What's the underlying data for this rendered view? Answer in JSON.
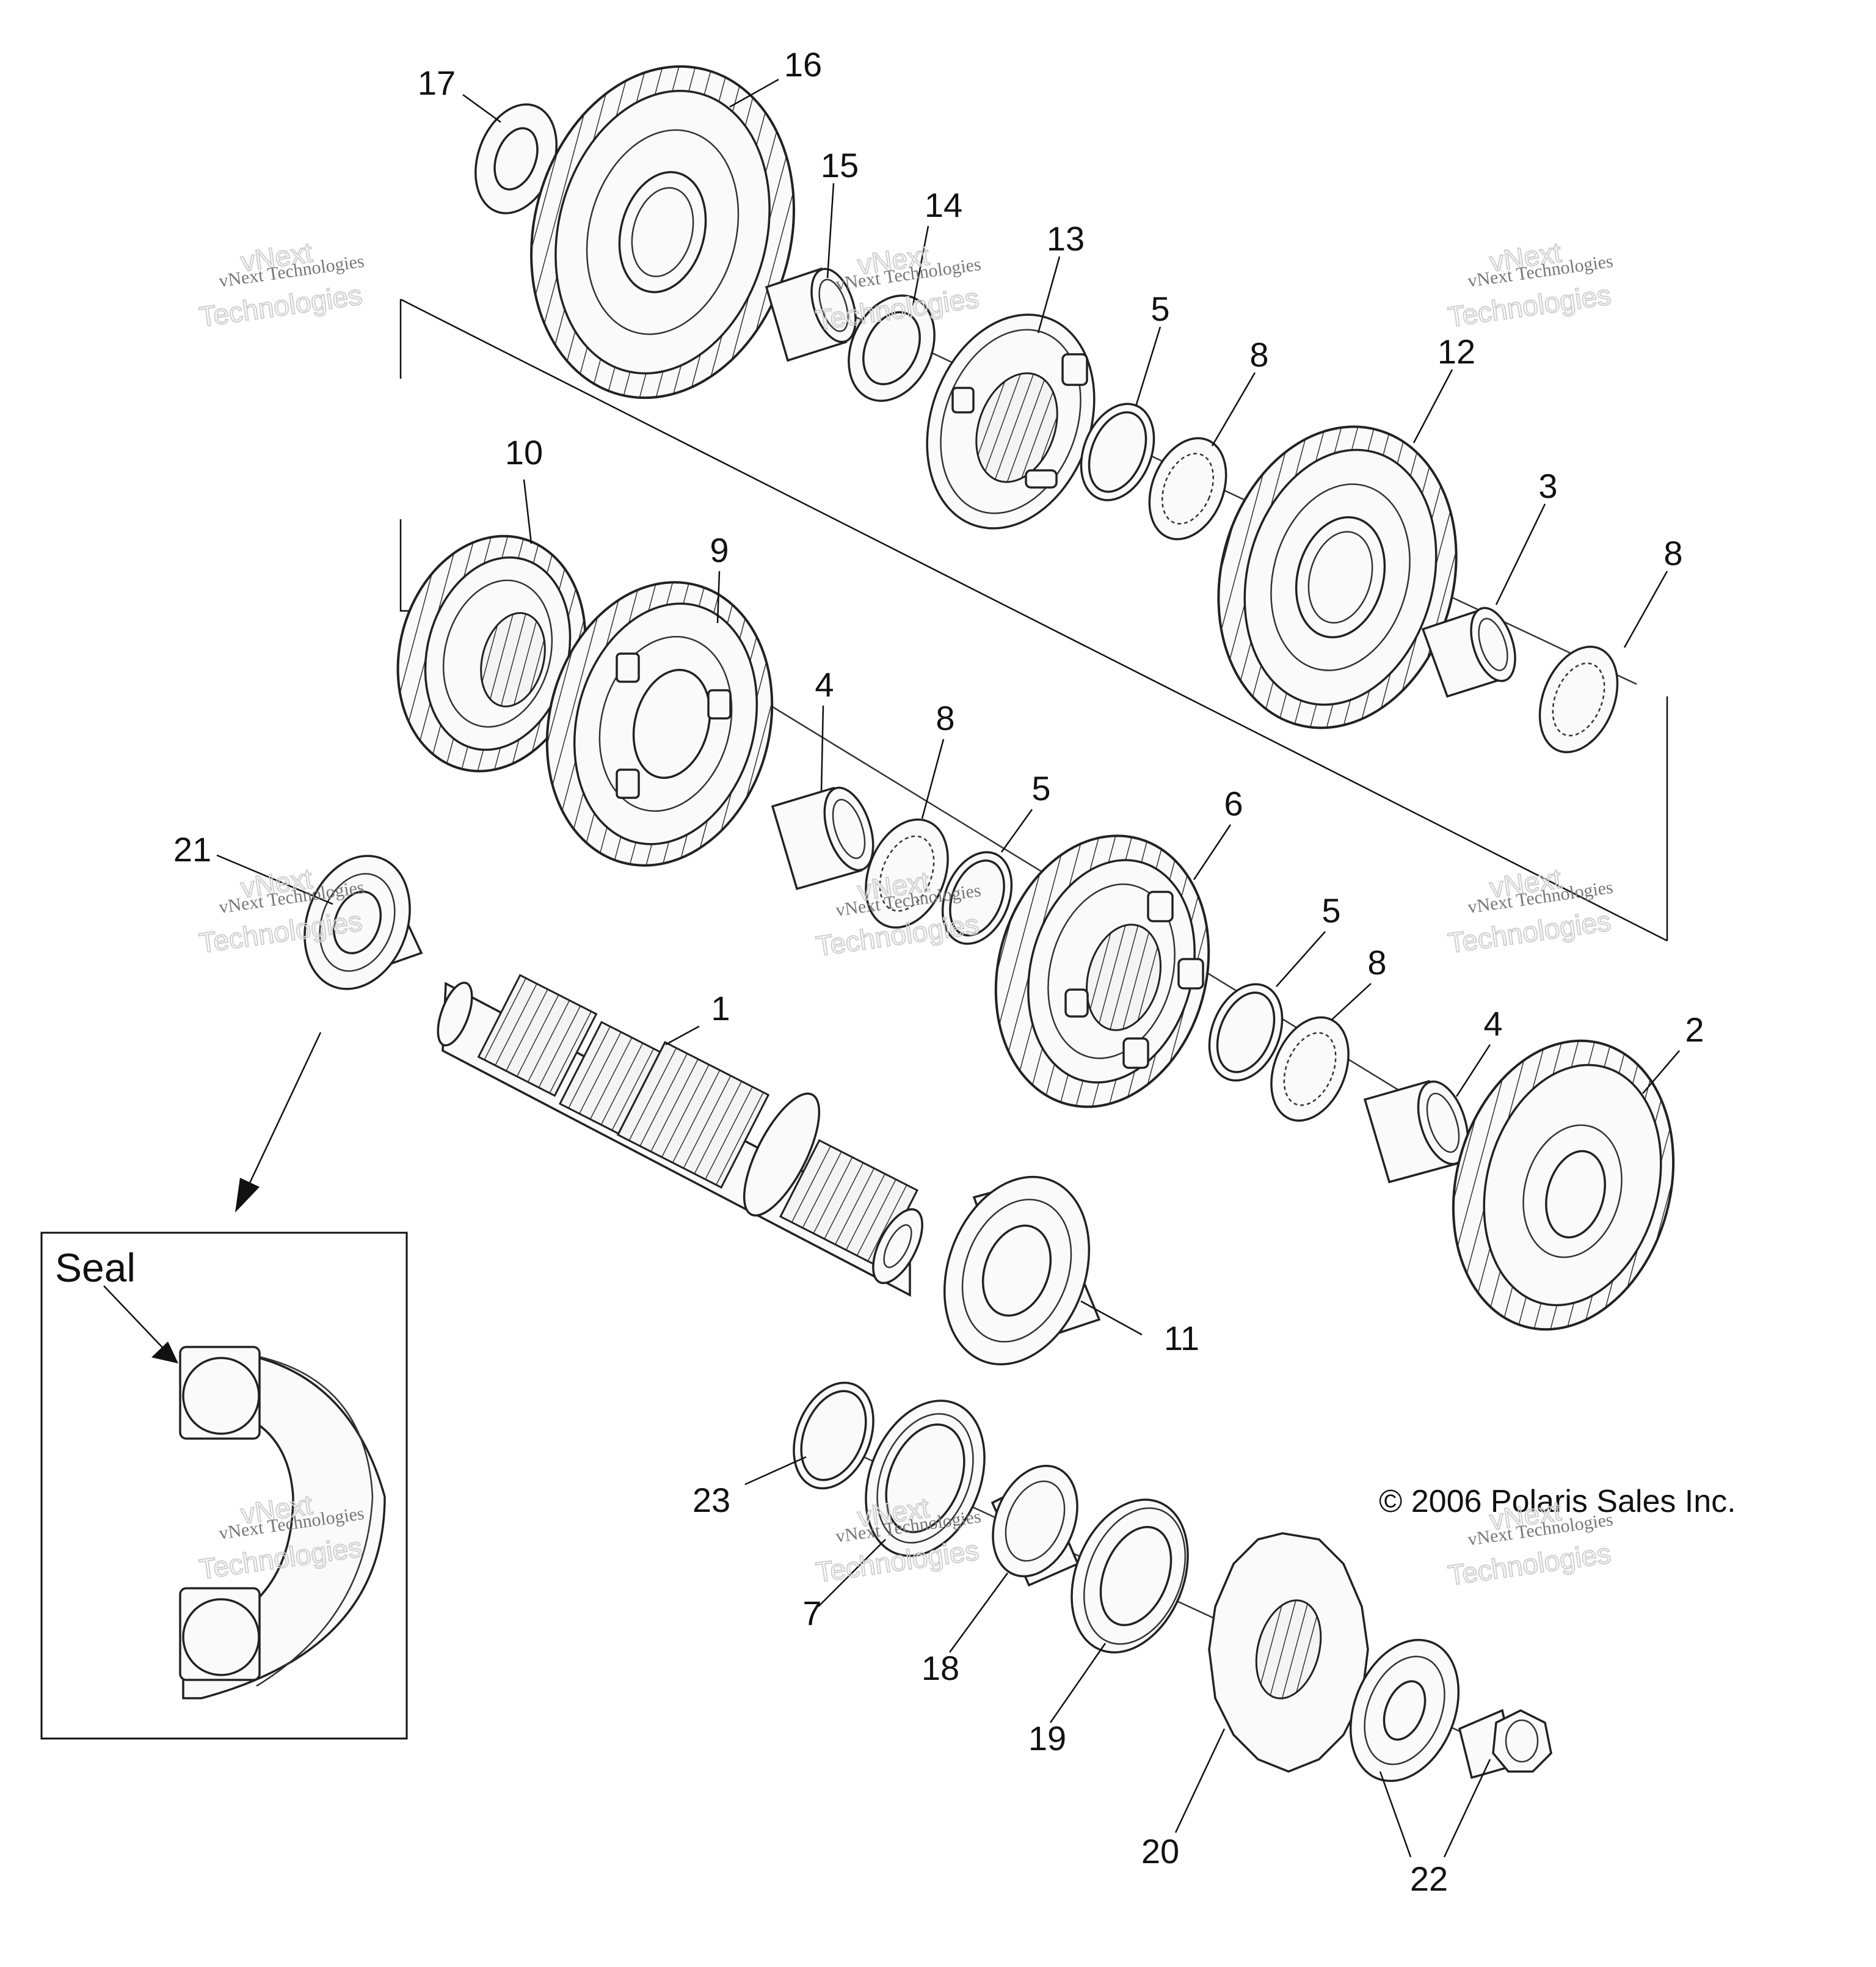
{
  "copyright": "© 2006 Polaris Sales Inc.",
  "inset": {
    "title": "Seal"
  },
  "watermark": {
    "line1": "vNext Technologies",
    "line2": "vNext",
    "line3": "Technologies"
  },
  "callouts": {
    "p1": "1",
    "p2": "2",
    "p3": "3",
    "p4a": "4",
    "p4b": "4",
    "p5a": "5",
    "p5b": "5",
    "p5c": "5",
    "p6": "6",
    "p7": "7",
    "p8a": "8",
    "p8b": "8",
    "p8c": "8",
    "p8d": "8",
    "p9": "9",
    "p10": "10",
    "p11": "11",
    "p12": "12",
    "p13": "13",
    "p14": "14",
    "p15": "15",
    "p16": "16",
    "p17": "17",
    "p18": "18",
    "p19": "19",
    "p20": "20",
    "p21": "21",
    "p22": "22",
    "p23": "23"
  }
}
